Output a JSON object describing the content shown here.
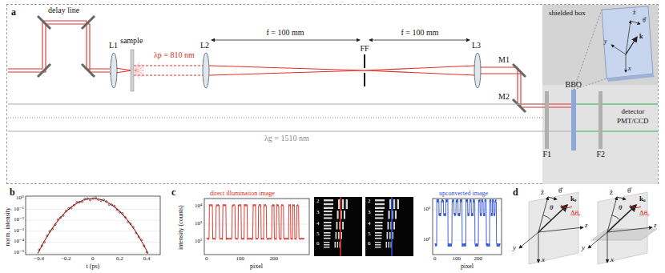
{
  "diagram": {
    "nodes": [
      {
        "text": [
          "a"
        ]
      },
      {
        "text": [
          "shielded box"
        ],
        "in": 0
      }
    ],
    "labels": [
      "delay line",
      "L1",
      "sample",
      "λp = 810 nm",
      "L2",
      "f = 100 mm",
      "FF",
      "f = 100 mm",
      "L3",
      "M1",
      "M2",
      "BBO",
      "detector",
      "PMT/CCD",
      "F1",
      "F2",
      "λg = 1510 nm",
      "b",
      "10⁰",
      "10⁻¹",
      "10⁻²",
      "10⁻³",
      "10⁻⁴",
      "10⁻⁵",
      "norm. intensity",
      "−0.4",
      "−0.2",
      "0",
      "0.2",
      "0.4",
      "t (ps)",
      "c",
      "direct illumination image",
      "intensity (counts)",
      "10⁴",
      "10³",
      "10²",
      "0",
      "100",
      "200",
      "pixel",
      "2",
      "3",
      "4",
      "5",
      "6",
      "2",
      "3",
      "4",
      "5",
      "6",
      "upconverted image",
      "10³",
      "10²",
      "0",
      "100",
      "200",
      "pixel",
      "d",
      "x",
      "y",
      "z",
      "ẑ",
      "θ̂",
      "θ",
      "kₑ",
      "Δθₑ",
      "x",
      "y",
      "z",
      "ẑ",
      "θ̂",
      "θ",
      "kₒ",
      "Δθₒ",
      "y",
      "ẑ",
      "θ̂",
      "k",
      "x"
    ]
  }
}
